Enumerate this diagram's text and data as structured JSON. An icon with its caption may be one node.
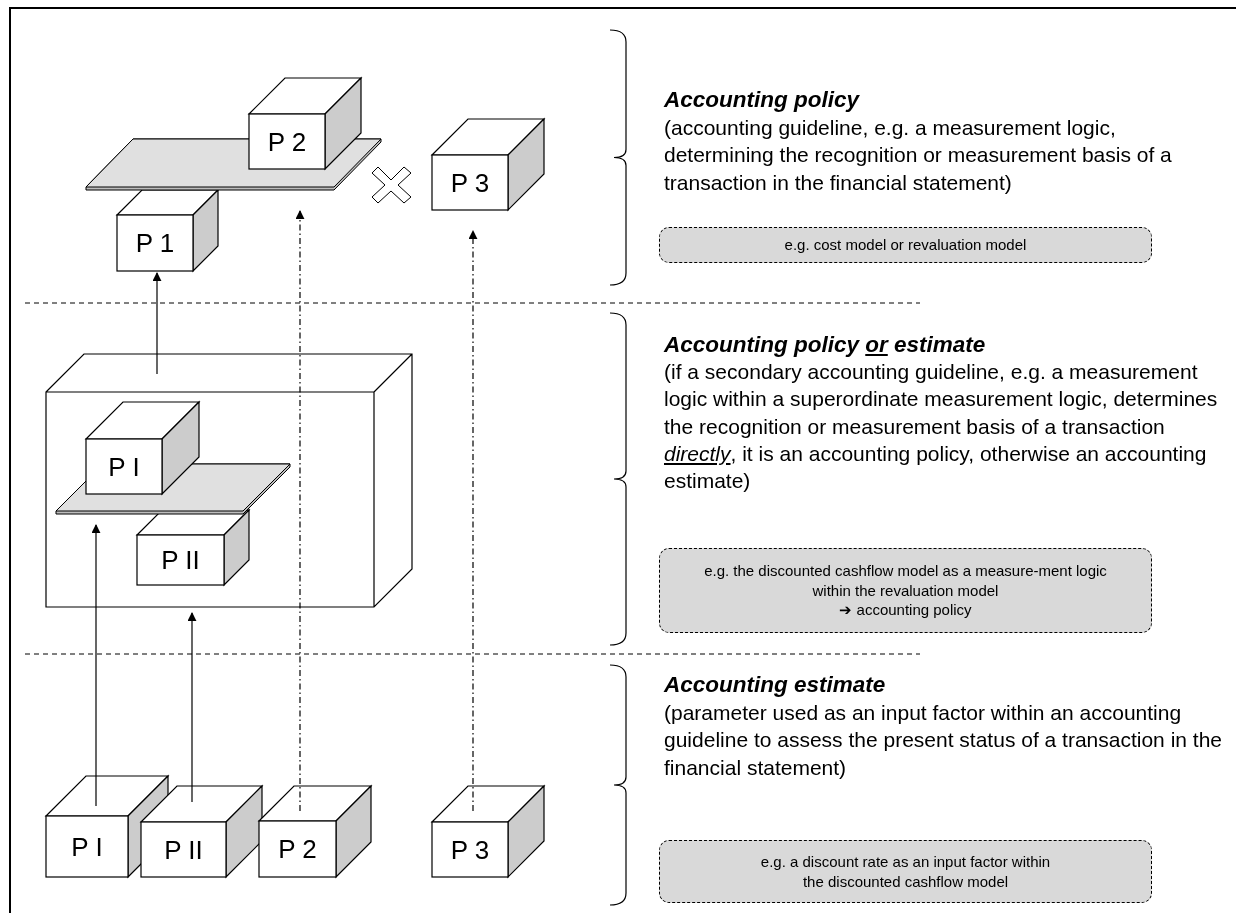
{
  "diagram": {
    "nodes": [
      {
        "text": [],
        "shape": "bar"
      },
      {
        "text": [
          "P 2"
        ]
      },
      {
        "text": [
          "P 3"
        ]
      },
      {
        "text": [
          "P 1"
        ]
      },
      {
        "text": [],
        "shape": "box"
      },
      {
        "text": [],
        "shape": "bar",
        "in": 4
      },
      {
        "text": [
          "P I"
        ],
        "in": 4
      },
      {
        "text": [
          "P II"
        ],
        "in": 4
      },
      {
        "text": [
          "P I"
        ]
      },
      {
        "text": [
          "P II"
        ]
      },
      {
        "text": [
          "P 2"
        ]
      },
      {
        "text": [
          "P 3"
        ]
      },
      {
        "text": [
          "e.g. cost model or revaluation model"
        ]
      },
      {
        "text": [
          "e.g. the discounted cashflow model as a measure-ment logic within the revaluation model",
          "➔ accounting policy"
        ]
      },
      {
        "text": [
          "e.g. a discount rate as an input factor within the discounted cashflow model"
        ]
      }
    ],
    "edges": [
      {
        "from": 4,
        "to": 3,
        "arrow": "to"
      },
      {
        "from": 8,
        "to": 5,
        "arrow": "to"
      },
      {
        "from": 9,
        "to": 4,
        "arrow": "to"
      },
      {
        "from": 10,
        "to": 0,
        "arrow": "to",
        "style": "dashed"
      },
      {
        "from": 11,
        "to": 2,
        "arrow": "to",
        "style": "dashed"
      }
    ],
    "labels": [
      "Accounting policy",
      "(accounting guideline, e.g. a measurement logic, determining the recognition or measurement basis of a transaction in the financial statement)",
      "Accounting policy *or* estimate",
      "(if a secondary accounting guideline, e.g. a measurement logic within a superordinate measurement logic, determines the recognition or measurement basis of a transaction *directly*, it is an accounting policy, otherwise an accounting estimate)",
      "Accounting estimate",
      "(parameter used as an input factor within an accounting guideline to assess the present status of a transaction in the financial statement)"
    ]
  }
}
